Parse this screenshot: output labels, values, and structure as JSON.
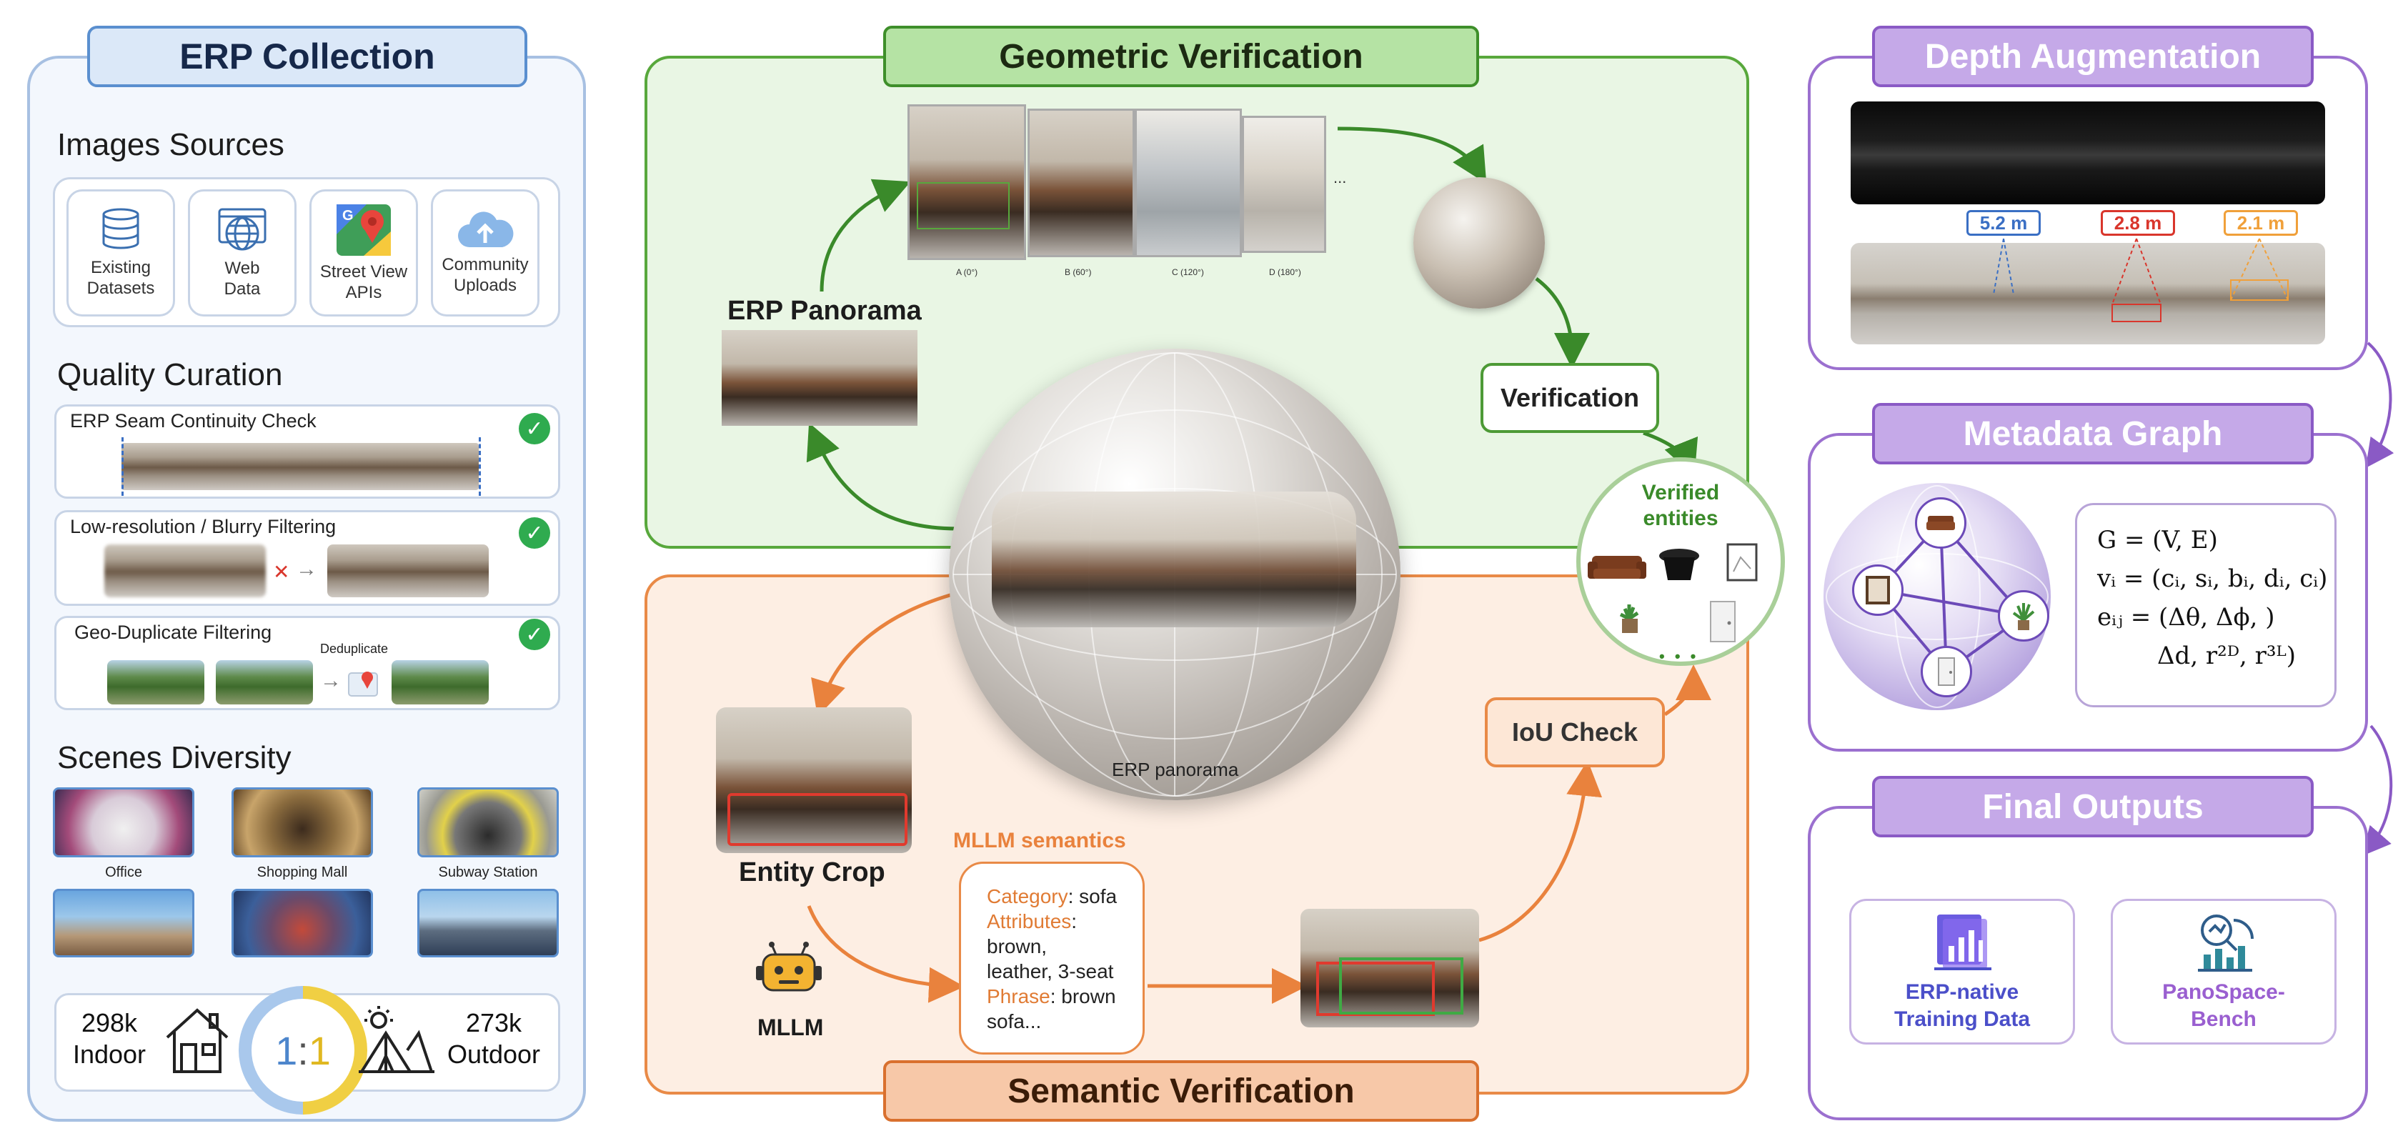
{
  "erp_collection": {
    "title": "ERP Collection",
    "images_sources_heading": "Images Sources",
    "sources": [
      {
        "label": "Existing\nDatasets",
        "icon": "database-icon"
      },
      {
        "label": "Web\nData",
        "icon": "globe-icon"
      },
      {
        "label": "Street View\nAPIs",
        "icon": "map-icon"
      },
      {
        "label": "Community\nUploads",
        "icon": "cloud-upload-icon"
      }
    ],
    "quality_heading": "Quality Curation",
    "checks": [
      {
        "label": "ERP Seam Continuity Check"
      },
      {
        "label": "Low-resolution / Blurry Filtering"
      },
      {
        "label": "Geo-Duplicate Filtering",
        "sub_label": "Deduplicate"
      }
    ],
    "scenes_heading": "Scenes Diversity",
    "scenes": [
      "Office",
      "Shopping Mall",
      "Subway Station"
    ],
    "indoor_count": "298k",
    "indoor_label": "Indoor",
    "outdoor_count": "273k",
    "outdoor_label": "Outdoor",
    "ratio_left": "1",
    "ratio_sep": ":",
    "ratio_right": "1"
  },
  "geometric": {
    "title": "Geometric Verification",
    "erp_panorama_label": "ERP Panorama",
    "view_labels": [
      "A (0°)",
      "B (60°)",
      "C (120°)",
      "D (180°)"
    ],
    "ellipsis": "...",
    "verification_label": "Verification"
  },
  "center": {
    "sphere_label": "ERP panorama"
  },
  "verified": {
    "title": "Verified\nentities",
    "more": "• • •"
  },
  "semantic": {
    "title": "Semantic Verification",
    "entity_crop_label": "Entity Crop",
    "mllm_label": "MLLM",
    "mllm_semantics_title": "MLLM semantics",
    "category_key": "Category",
    "category_val": ": sofa",
    "attributes_key": "Attributes",
    "attributes_val": ":\nbrown,\nleather, 3-seat",
    "phrase_key": "Phrase",
    "phrase_val": ": brown\nsofa...",
    "iou_label": "IoU Check"
  },
  "depth": {
    "title": "Depth Augmentation",
    "distances": [
      {
        "value": "5.2 m",
        "color": "#3a6fc4"
      },
      {
        "value": "2.8 m",
        "color": "#d9362c"
      },
      {
        "value": "2.1 m",
        "color": "#f0a03a"
      }
    ]
  },
  "metadata": {
    "title": "Metadata Graph",
    "formula_g": "G = (V, E)",
    "formula_v": "vᵢ = (cᵢ, sᵢ, bᵢ, dᵢ, cᵢ)",
    "formula_e1": "eᵢⱼ = (Δθ, Δϕ, )",
    "formula_e2": "Δd, r²ᴰ, r³ᴸ)"
  },
  "outputs": {
    "title": "Final Outputs",
    "items": [
      {
        "label": "ERP-native\nTraining Data",
        "color": "#4b4fc9"
      },
      {
        "label": "PanoSpace-\nBench",
        "color": "#9a5fd0"
      }
    ]
  },
  "colors": {
    "blue_accent": "#5a8fcf",
    "green_accent": "#58a83c",
    "orange_accent": "#e98a47",
    "purple_accent": "#9b70cf"
  }
}
